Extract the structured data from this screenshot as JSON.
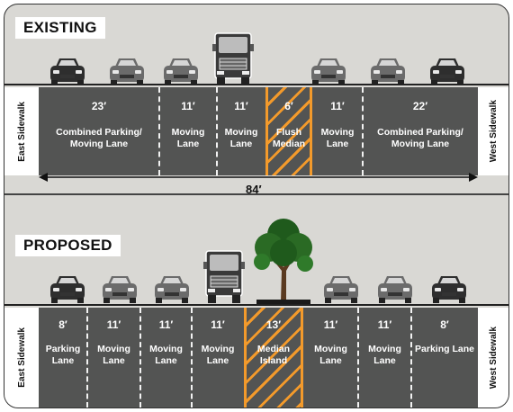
{
  "existing": {
    "title": "EXISTING",
    "east_sidewalk": "East Sidewalk",
    "west_sidewalk": "West Sidewalk",
    "total_width": "84′",
    "lanes": [
      {
        "width": "23′",
        "label": "Combined Parking/ Moving Lane"
      },
      {
        "width": "11′",
        "label": "Moving Lane"
      },
      {
        "width": "11′",
        "label": "Moving Lane"
      },
      {
        "width": "6′",
        "label": "Flush Median"
      },
      {
        "width": "11′",
        "label": "Moving Lane"
      },
      {
        "width": "22′",
        "label": "Combined Parking/ Moving Lane"
      }
    ]
  },
  "proposed": {
    "title": "PROPOSED",
    "east_sidewalk": "East Sidewalk",
    "west_sidewalk": "West Sidewalk",
    "lanes": [
      {
        "width": "8′",
        "label": "Parking Lane"
      },
      {
        "width": "11′",
        "label": "Moving Lane"
      },
      {
        "width": "11′",
        "label": "Moving Lane"
      },
      {
        "width": "11′",
        "label": "Moving Lane"
      },
      {
        "width": "13′",
        "label": "Median Island"
      },
      {
        "width": "11′",
        "label": "Moving Lane"
      },
      {
        "width": "11′",
        "label": "Moving Lane"
      },
      {
        "width": "8′",
        "label": "Parking Lane"
      }
    ]
  },
  "icons": [
    "car-icon",
    "truck-icon",
    "tree-icon"
  ],
  "colors": {
    "road": "#535453",
    "median_stripe": "#f39a2b",
    "background": "#d9d8d4"
  }
}
